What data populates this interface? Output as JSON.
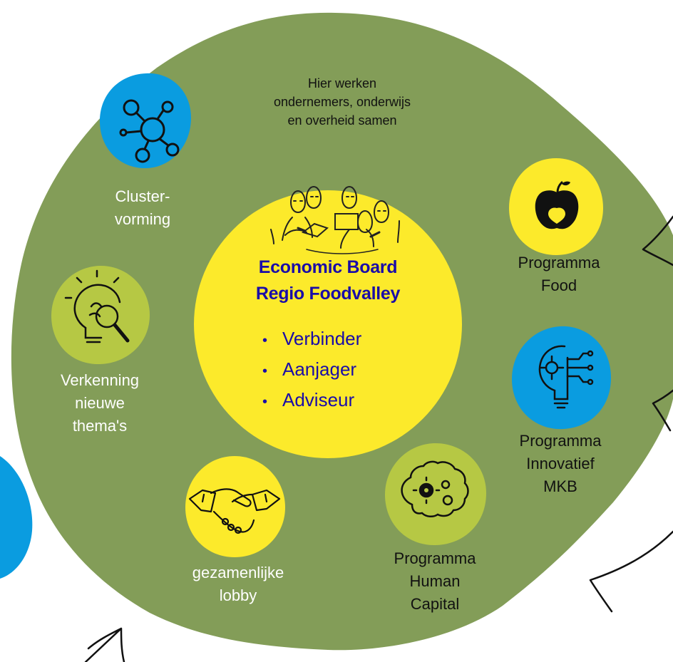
{
  "intro": {
    "line1": "Hier werken",
    "line2": "ondernemers, onderwijs",
    "line3": "en overheid samen"
  },
  "board": {
    "title_line1": "Economic Board",
    "title_line2": "Regio Foodvalley",
    "roles": [
      "Verbinder",
      "Aanjager",
      "Adviseur"
    ]
  },
  "nodes": {
    "cluster": {
      "line1": "Cluster-",
      "line2": "vorming",
      "icon": "network-icon"
    },
    "verkenning": {
      "line1": "Verkenning",
      "line2": "nieuwe",
      "line3": "thema's",
      "icon": "lightbulb-magnifier-icon"
    },
    "lobby": {
      "line1": "gezamenlijke",
      "line2": "lobby",
      "icon": "handshake-icon"
    },
    "human_capital": {
      "line1": "Programma",
      "line2": "Human",
      "line3": "Capital",
      "icon": "brain-gears-icon"
    },
    "innovatief": {
      "line1": "Programma",
      "line2": "Innovatief",
      "line3": "MKB",
      "icon": "lightbulb-circuit-icon"
    },
    "food": {
      "line1": "Programma",
      "line2": "Food",
      "icon": "apple-icon"
    }
  },
  "colors": {
    "blob": "#839d58",
    "yellow": "#fcea2b",
    "blue": "#0a9ce0",
    "lime": "#b6c844",
    "title": "#1a0ca8"
  }
}
